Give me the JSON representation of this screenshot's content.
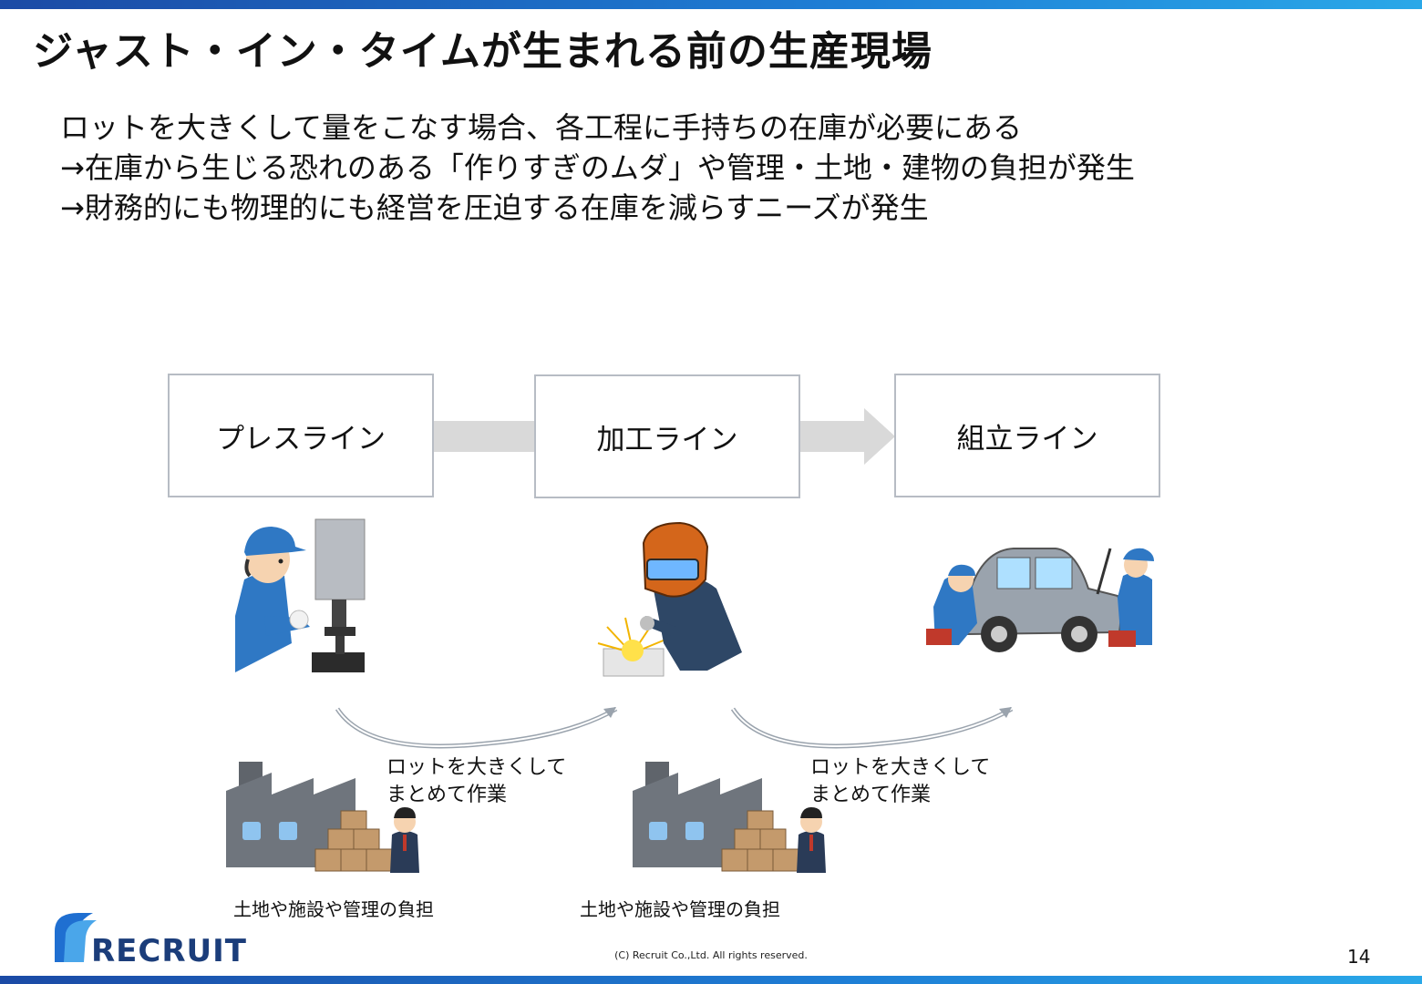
{
  "slide": {
    "title": "ジャスト・イン・タイムが生まれる前の生産現場",
    "bullets": [
      "ロットを大きくして量をこなす場合、各工程に手持ちの在庫が必要にある",
      "→在庫から生じる恐れのある「作りすぎのムダ」や管理・土地・建物の負担が発生",
      "→財務的にも物理的にも経営を圧迫する在庫を減らすニーズが発生"
    ],
    "lines": [
      {
        "label": "プレスライン"
      },
      {
        "label": "加工ライン"
      },
      {
        "label": "組立ライン"
      }
    ],
    "transfers": [
      {
        "note_line1": "ロットを大きくして",
        "note_line2": "まとめて作業",
        "burden": "土地や施設や管理の負担"
      },
      {
        "note_line1": "ロットを大きくして",
        "note_line2": "まとめて作業",
        "burden": "土地や施設や管理の負担"
      }
    ],
    "icons": {
      "press_worker": "press-worker-icon",
      "welder": "welder-icon",
      "car_mechanics": "car-mechanics-icon",
      "factory": "factory-icon",
      "boxes": "stacked-boxes-icon",
      "manager": "manager-icon",
      "curved_arrow": "curved-arrow-icon",
      "flow_arrow": "flow-arrow-icon"
    },
    "colors": {
      "brand_blue": "#1b4aa5",
      "box_border": "#b7bcc4",
      "arrow_gray": "#d9d9d9",
      "worker_blue": "#2f78c4"
    },
    "footer": {
      "logo_text": "RECRUIT",
      "copyright": "(C) Recruit Co.,Ltd. All rights reserved.",
      "page_number": "14"
    }
  }
}
